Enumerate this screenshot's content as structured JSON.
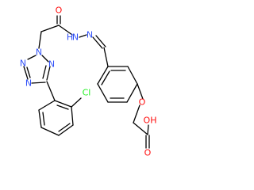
{
  "diagram": {
    "type": "chemical-structure",
    "colors": {
      "bond": "#000000",
      "oxygen": "#ff0d0d",
      "nitrogen": "#3050f8",
      "chlorine": "#1ff01f",
      "background": "#ffffff"
    },
    "atom_labels": {
      "carbonyl_o": "O",
      "hydrazide_nh": "N",
      "imine_n": "N",
      "ether_o": "O",
      "acid_oh": "OH",
      "acid_o": "O",
      "n2": "N",
      "n3": "N",
      "n4": "N",
      "n1": "N",
      "chlorine": "Cl"
    },
    "hydrogen_label": "H"
  }
}
